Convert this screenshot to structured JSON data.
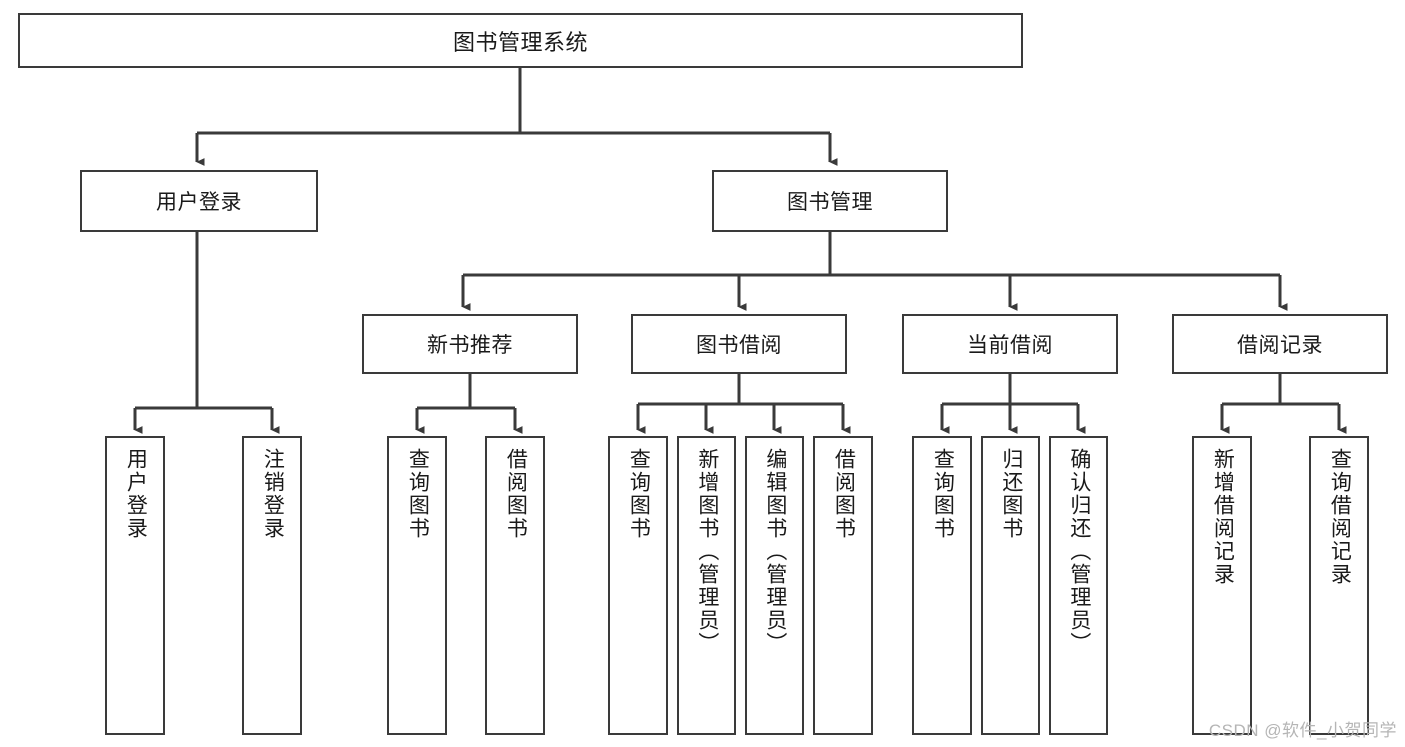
{
  "diagram": {
    "title": "图书管理系统",
    "watermark": "CSDN @软件_小贺同学",
    "line_color": "#3a3a3a",
    "box_fill": "#ffffff",
    "text_color": "#1a1a1a",
    "watermark_color": "#b5b5b5",
    "levels": {
      "root": {
        "label": "图书管理系统"
      },
      "level1": [
        {
          "label": "用户登录"
        },
        {
          "label": "图书管理"
        }
      ],
      "level2": [
        {
          "label": "新书推荐"
        },
        {
          "label": "图书借阅"
        },
        {
          "label": "当前借阅"
        },
        {
          "label": "借阅记录"
        }
      ],
      "leaves": {
        "user_login": [
          {
            "label": "用户登录"
          },
          {
            "label": "注销登录"
          }
        ],
        "new_book_recommend": [
          {
            "label": "查询图书"
          },
          {
            "label": "借阅图书"
          }
        ],
        "book_borrow": [
          {
            "label": "查询图书"
          },
          {
            "label": "新增图书（管理员）"
          },
          {
            "label": "编辑图书（管理员）"
          },
          {
            "label": "借阅图书"
          }
        ],
        "current_borrow": [
          {
            "label": "查询图书"
          },
          {
            "label": "归还图书"
          },
          {
            "label": "确认归还（管理员）"
          }
        ],
        "borrow_records": [
          {
            "label": "新增借阅记录"
          },
          {
            "label": "查询借阅记录"
          }
        ]
      }
    }
  }
}
